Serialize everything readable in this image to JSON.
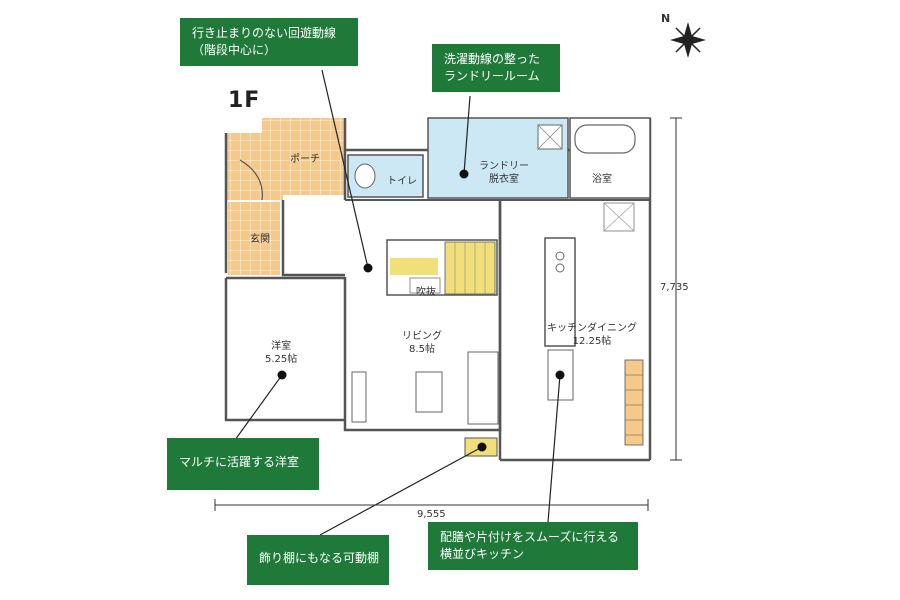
{
  "floor_label": "1F",
  "callouts": {
    "circulation": [
      "行き止まりのない回遊動線",
      "（階段中心に）"
    ],
    "laundry": [
      "洗濯動線の整った",
      "ランドリールーム"
    ],
    "western_room": [
      "マルチに活躍する洋室"
    ],
    "shelf": [
      "飾り棚にもなる可動棚"
    ],
    "kitchen": [
      "配膳や片付けをスムーズに行える",
      "横並びキッチン"
    ]
  },
  "rooms": {
    "porch": "ポーチ",
    "entrance": "玄関",
    "toilet": "トイレ",
    "laundry": [
      "ランドリー",
      "脱衣室"
    ],
    "bath": "浴室",
    "void": "吹抜",
    "living": [
      "リビング",
      "8.5帖"
    ],
    "western": [
      "洋室",
      "5.25帖"
    ],
    "kitchen": [
      "キッチンダイニング",
      "12.25帖"
    ]
  },
  "dimensions": {
    "width": "9,555",
    "height": "7,735"
  },
  "compass": "N",
  "colors": {
    "callout_bg": "#1f7a3a",
    "porch_tile": "#f4c98a",
    "wet_area": "#cde8f5",
    "stair": "#f1e07a",
    "wall": "#555555"
  }
}
